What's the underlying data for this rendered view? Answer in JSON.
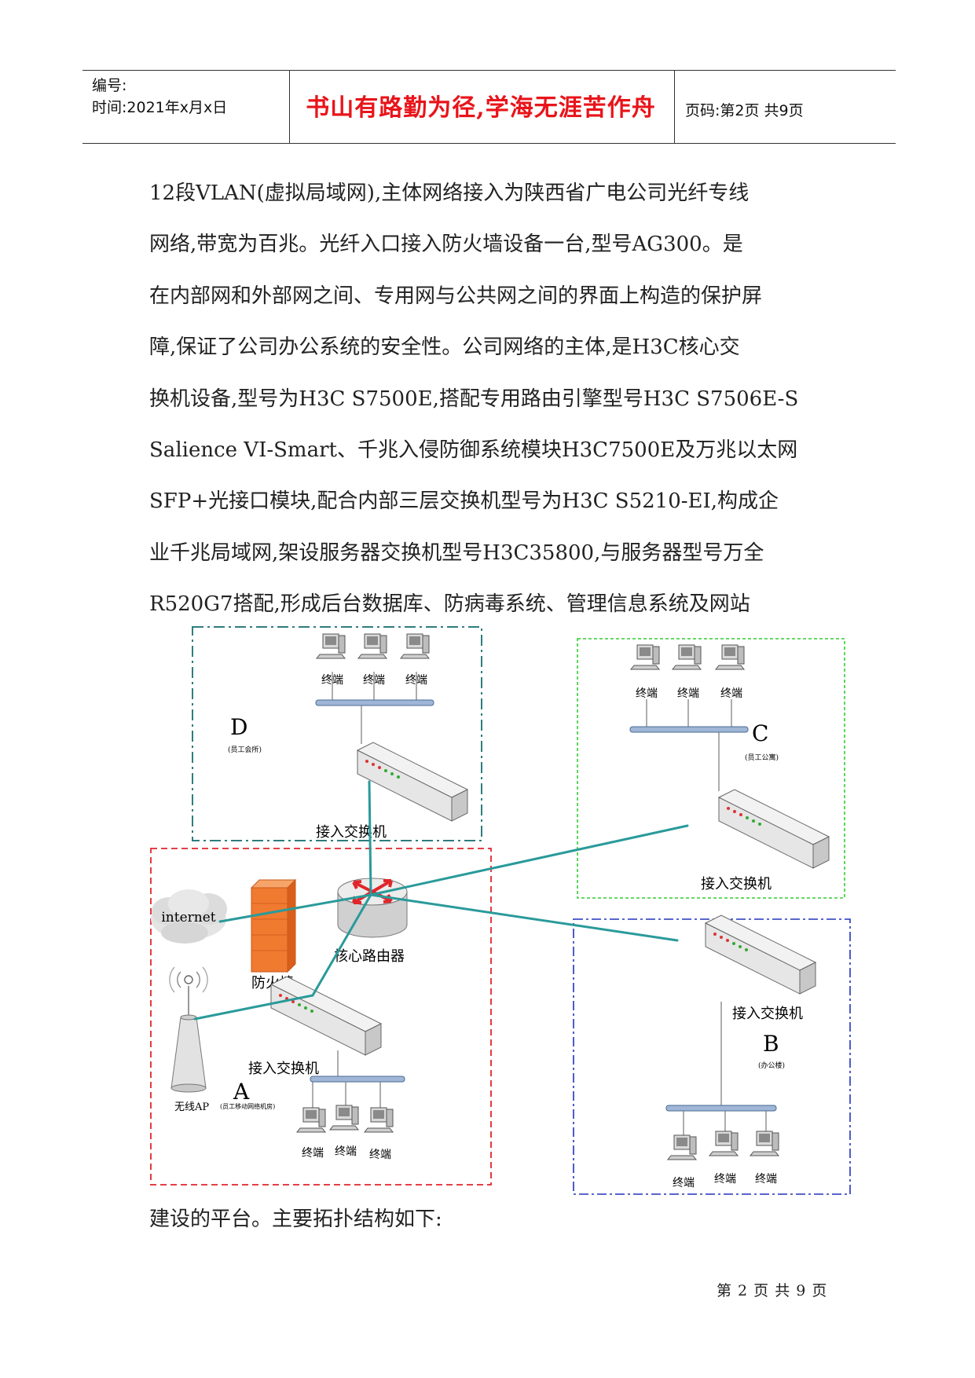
{
  "header": {
    "number_label": "编号:",
    "time_label": "时间:2021年x月x日",
    "motto": "书山有路勤为径,学海无涯苦作舟",
    "page_label": "页码:第2页 共9页"
  },
  "body_lines": [
    "12段VLAN(虚拟局域网),主体网络接入为陕西省广电公司光纤专线",
    "网络,带宽为百兆。光纤入口接入防火墙设备一台,型号AG300。是",
    "在内部网和外部网之间、专用网与公共网之间的界面上构造的保护屏",
    "障,保证了公司办公系统的安全性。公司网络的主体,是H3C核心交",
    "换机设备,型号为H3C S7500E,搭配专用路由引擎型号H3C S7506E-S",
    "Salience VI-Smart、千兆入侵防御系统模块H3C7500E及万兆以太网",
    "SFP+光接口模块,配合内部三层交换机型号为H3C S5210-EI,构成企",
    "业千兆局域网,架设服务器交换机型号H3C35800,与服务器型号万全",
    "R520G7搭配,形成后台数据库、防病毒系统、管理信息系统及网站"
  ],
  "body_tail": "建设的平台。主要拓扑结构如下:",
  "footer": "第 2 页 共 9 页",
  "diagram": {
    "zone_d": {
      "letter": "D",
      "name": "(员工会所)",
      "switch_label": "接入交换机",
      "terminals": [
        "终端",
        "终端",
        "终端"
      ]
    },
    "zone_c": {
      "letter": "C",
      "name": "(员工公寓)",
      "switch_label": "接入交换机",
      "terminals": [
        "终端",
        "终端",
        "终端"
      ]
    },
    "zone_a": {
      "letter": "A",
      "name": "(员工移动网络机房)",
      "switch_label": "接入交换机",
      "terminals": [
        "终端",
        "终端",
        "终端"
      ]
    },
    "zone_b": {
      "letter": "B",
      "name": "(办公楼)",
      "switch_label": "接入交换机",
      "terminals": [
        "终端",
        "终端",
        "终端"
      ]
    },
    "internet_label": "internet",
    "firewall_label": "防火墙",
    "router_label": "核心路由器",
    "ap_label": "无线AP",
    "colors": {
      "zone_d_border": "#2e7d7d",
      "zone_c_border": "#33cc33",
      "zone_a_border": "#e0262b",
      "zone_b_border": "#2233bb",
      "link": "#2a9a9a",
      "firewall": "#f07a30",
      "router_arrows": "#e0262b"
    }
  }
}
